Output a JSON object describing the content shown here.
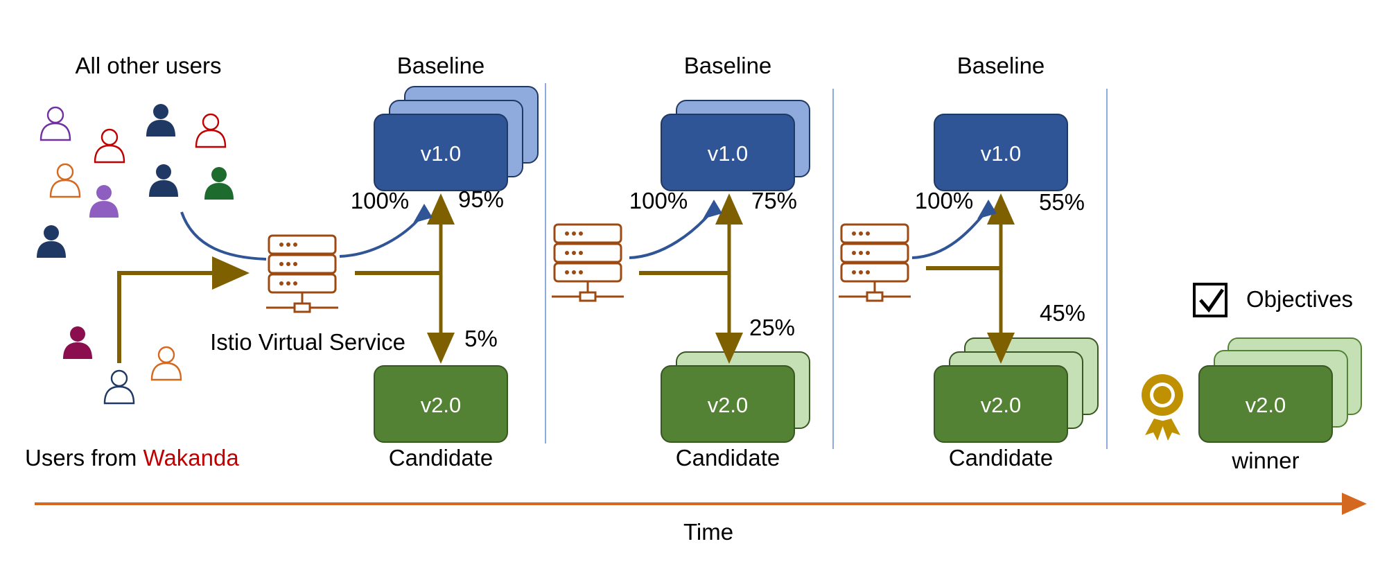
{
  "labels": {
    "all_other_users": "All other users",
    "users_from_prefix": "Users from ",
    "users_from_place": "Wakanda",
    "istio": "Istio Virtual Service",
    "time": "Time",
    "objectives": "Objectives",
    "winner": "winner"
  },
  "stages": [
    {
      "baseline_title": "Baseline",
      "baseline_version": "v1.0",
      "candidate_title": "Candidate",
      "candidate_version": "v2.0",
      "all_users_pct": "100%",
      "baseline_pct": "95%",
      "candidate_pct": "5%"
    },
    {
      "baseline_title": "Baseline",
      "baseline_version": "v1.0",
      "candidate_title": "Candidate",
      "candidate_version": "v2.0",
      "all_users_pct": "100%",
      "baseline_pct": "75%",
      "candidate_pct": "25%"
    },
    {
      "baseline_title": "Baseline",
      "baseline_version": "v1.0",
      "candidate_title": "Candidate",
      "candidate_version": "v2.0",
      "all_users_pct": "100%",
      "baseline_pct": "55%",
      "candidate_pct": "45%"
    }
  ],
  "final": {
    "version": "v2.0"
  },
  "colors": {
    "baseline": "#2f5597",
    "baseline_shadow": "#8faadc",
    "candidate": "#548235",
    "candidate_shadow": "#c5e0b4",
    "route": "#7f6000",
    "server": "#9c4a12",
    "time_axis": "#d4681f",
    "wakanda": "#c00000",
    "divider": "#8faadc",
    "badge": "#bf9000"
  }
}
